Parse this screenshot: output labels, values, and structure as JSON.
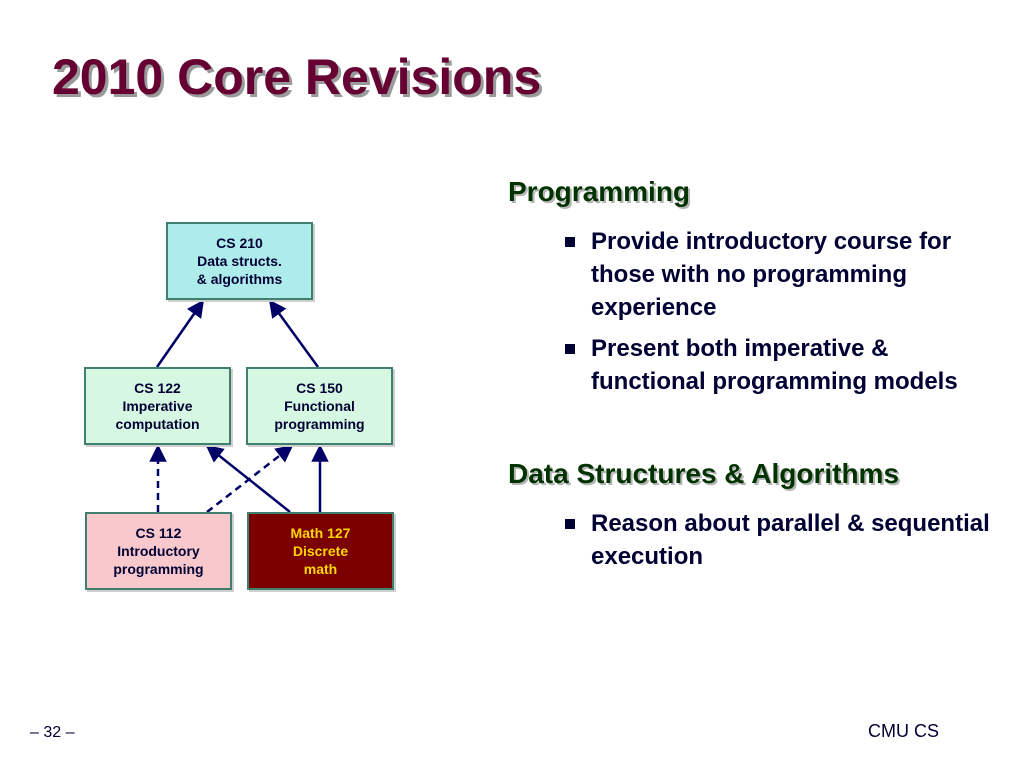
{
  "slide": {
    "title": "2010 Core Revisions"
  },
  "diagram": {
    "nodes": {
      "cs210": [
        "CS 210",
        "Data structs.",
        "& algorithms"
      ],
      "cs122": [
        "CS 122",
        "Imperative",
        "computation"
      ],
      "cs150": [
        "CS 150",
        "Functional",
        "programming"
      ],
      "cs112": [
        "CS 112",
        "Introductory",
        "programming"
      ],
      "math127": [
        "Math 127",
        "Discrete",
        "math"
      ]
    },
    "edges": [
      {
        "from": "cs122",
        "to": "cs210",
        "style": "solid"
      },
      {
        "from": "cs150",
        "to": "cs210",
        "style": "solid"
      },
      {
        "from": "cs112",
        "to": "cs122",
        "style": "dashed"
      },
      {
        "from": "cs112",
        "to": "cs150",
        "style": "dashed"
      },
      {
        "from": "math127",
        "to": "cs122",
        "style": "solid"
      },
      {
        "from": "math127",
        "to": "cs150",
        "style": "solid"
      }
    ],
    "colors": {
      "cs210_fill": "#aeecec",
      "mid_fill": "#d6f7e1",
      "cs112_fill": "#f8c8cc",
      "math127_fill": "#7a0000",
      "math127_text": "#ffd700",
      "border": "#3f7f6f",
      "arrow": "#000066"
    }
  },
  "sections": [
    {
      "heading": "Programming",
      "bullets": [
        "Provide introductory course for those with no programming experience",
        "Present both imperative & functional programming models"
      ]
    },
    {
      "heading": "Data Structures & Algorithms",
      "bullets": [
        "Reason about parallel & sequential execution"
      ]
    }
  ],
  "footer": {
    "page": "– 32 –",
    "org": "CMU CS"
  },
  "colors": {
    "title": "#660033",
    "heading": "#003300",
    "body_text": "#000033"
  }
}
